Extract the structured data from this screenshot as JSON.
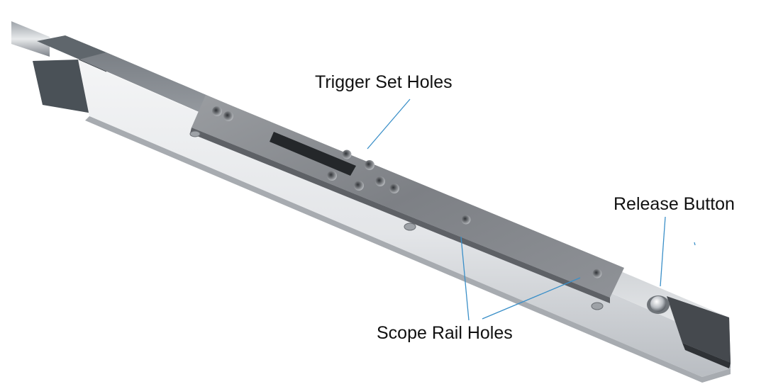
{
  "labels": {
    "trigger_set_holes": "Trigger Set Holes",
    "release_button": "Release Button",
    "scope_rail_holes": "Scope Rail Holes"
  },
  "colors": {
    "background": "#ffffff",
    "label_text": "#111111",
    "leader_line": "#3a8fc8",
    "steel_light": "#f2f3f4",
    "steel_mid": "#c9ccd0",
    "steel_dark": "#6d7278",
    "plate": "#8c8f93",
    "cap": "#4a5157"
  }
}
